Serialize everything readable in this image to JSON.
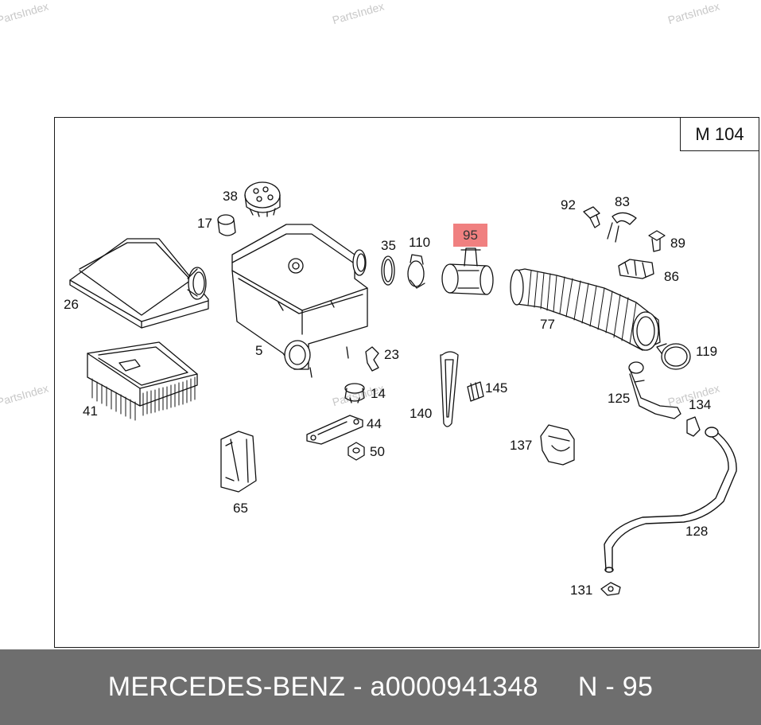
{
  "watermark": "PartsIndex",
  "model_tag": "M 104",
  "footer": {
    "brand": "MERCEDES-BENZ",
    "separator": " - ",
    "part_number": "a0000941348",
    "position": "N - 95"
  },
  "callouts": {
    "c38": "38",
    "c17": "17",
    "c26": "26",
    "c5": "5",
    "c35": "35",
    "c110": "110",
    "c95": "95",
    "c92": "92",
    "c83": "83",
    "c89": "89",
    "c86": "86",
    "c77": "77",
    "c119": "119",
    "c23": "23",
    "c41": "41",
    "c14": "14",
    "c140": "140",
    "c145": "145",
    "c125": "125",
    "c134": "134",
    "c44": "44",
    "c50": "50",
    "c137": "137",
    "c65": "65",
    "c128": "128",
    "c131": "131"
  },
  "highlight": {
    "callout": "95",
    "color": "#f08080"
  }
}
